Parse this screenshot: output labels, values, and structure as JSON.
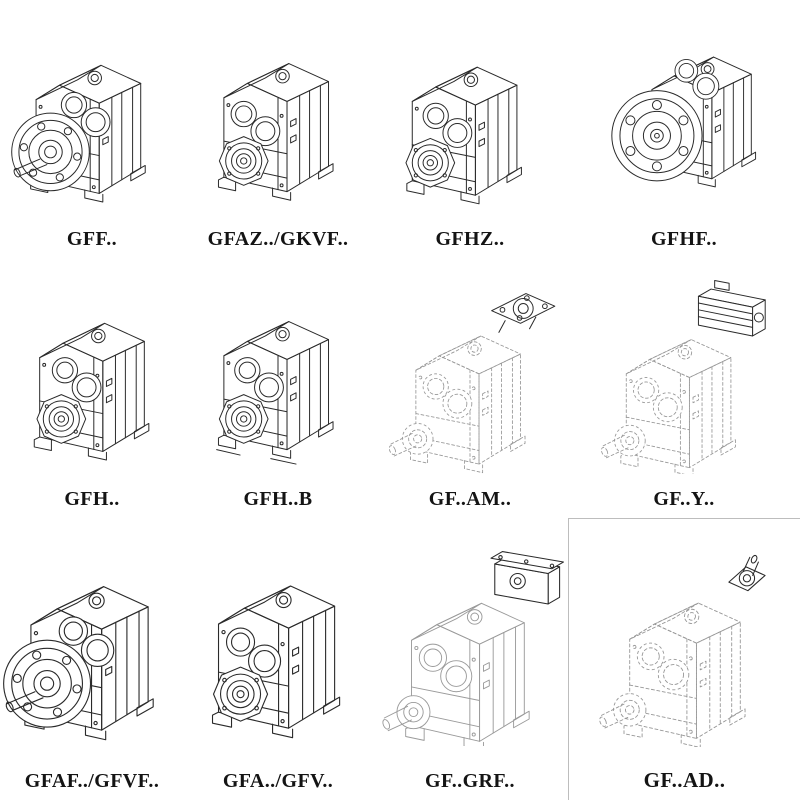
{
  "page": {
    "background": "#ffffff",
    "description": "Catalog sheet of parallel shaft helical gear reducer model variants"
  },
  "colors": {
    "line": "#2a2a2a",
    "phantom_line": "#979797",
    "label_text": "#141414"
  },
  "cells": [
    {
      "label": "GFF..",
      "drawing": "gearbox-output-flange-with-solid-shaft"
    },
    {
      "label": "GFAZ../GKVF..",
      "drawing": "gearbox-hollow-output-shaft"
    },
    {
      "label": "GFHZ..",
      "drawing": "gearbox-hollow-output-shaft"
    },
    {
      "label": "GFHF..",
      "drawing": "gearbox-large-front-output-flange"
    },
    {
      "label": "GFH..",
      "drawing": "gearbox-shaft-mounted-housing"
    },
    {
      "label": "GFH..B",
      "drawing": "gearbox-shaft-mounted-housing-foot"
    },
    {
      "label": "GF..AM..",
      "drawing": "phantom-gearbox-with-iec-motor-adapter-flange"
    },
    {
      "label": "GF..Y..",
      "drawing": "phantom-gearbox-with-mounted-motor"
    },
    {
      "label": "GFAF../GFVF..",
      "drawing": "gearbox-output-flange-with-solid-shaft"
    },
    {
      "label": "GFA../GFV..",
      "drawing": "gearbox-hollow-output-shaft"
    },
    {
      "label": "GF..GRF..",
      "drawing": "gearbox-with-input-adapter-box"
    },
    {
      "label": "GF..AD..",
      "drawing": "phantom-gearbox-with-input-shaft-adapter"
    }
  ]
}
